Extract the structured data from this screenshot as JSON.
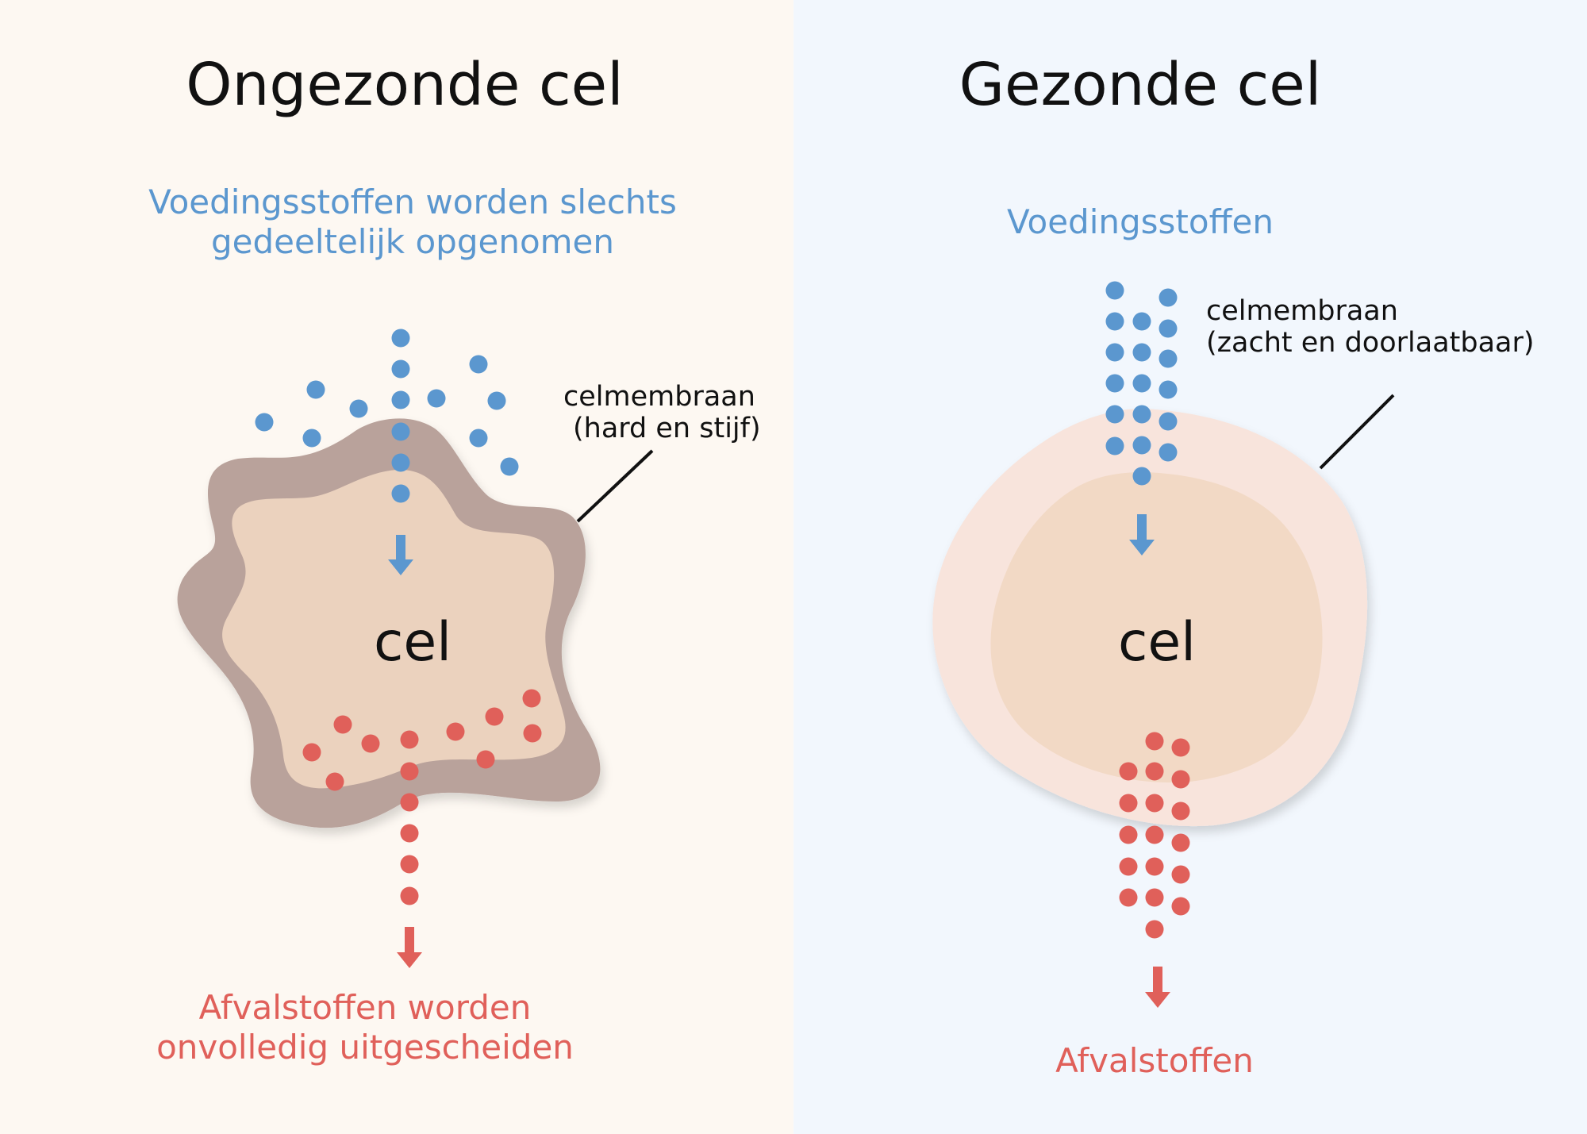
{
  "left": {
    "title": "Ongezonde cel",
    "nutrients_line1": "Voedingsstoffen worden slechts",
    "nutrients_line2": "gedeeltelijk opgenomen",
    "membrane_line1": "celmembraan",
    "membrane_line2": "(hard en stijf)",
    "cell": "cel",
    "waste_line1": "Afvalstoffen worden",
    "waste_line2": "onvolledig uitgescheiden"
  },
  "right": {
    "title": "Gezonde cel",
    "nutrients": "Voedingsstoffen",
    "membrane_line1": "celmembraan",
    "membrane_line2": "(zacht en doorlaatbaar)",
    "cell": "cel",
    "waste": "Afvalstoffen"
  },
  "colors": {
    "nutrient": "#5b97cf",
    "waste": "#e0605a",
    "unhealthy_membrane": "#b9a29b",
    "cell_inner": "#ebd2be",
    "healthy_membrane": "#f8e4dc",
    "healthy_inner": "#f2d9c5"
  }
}
